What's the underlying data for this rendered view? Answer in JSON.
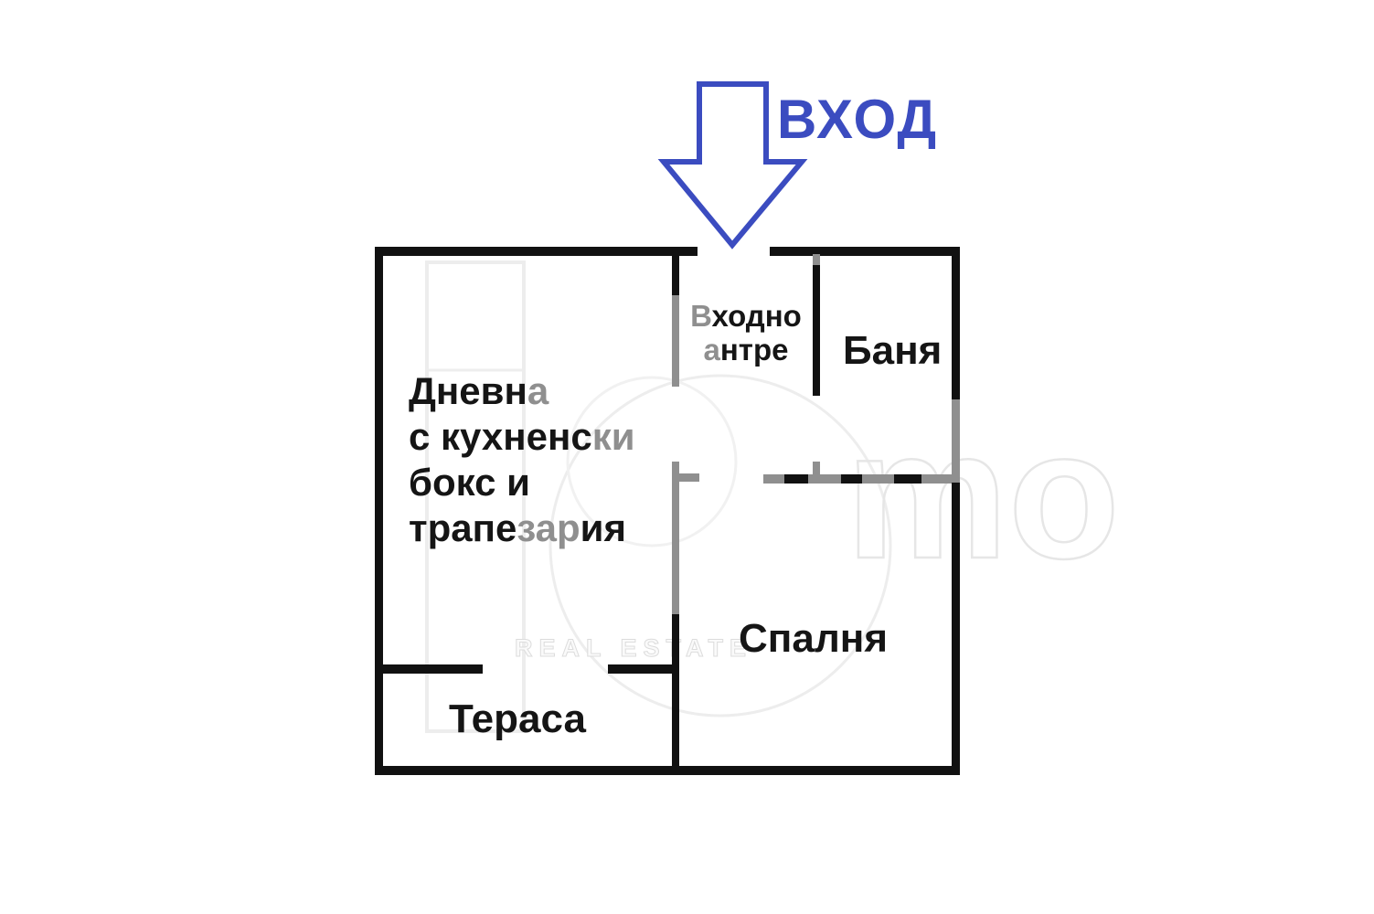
{
  "colors": {
    "wall": "#111111",
    "wall_faded_by_watermark": "#8f8f8f",
    "entrance_blue": "#3b4cc0",
    "watermark_gray": "#e9e9e9",
    "label_black": "#151515",
    "background": "#ffffff"
  },
  "entrance": {
    "label": "ВХОД",
    "arrow_icon": "down-arrow-outline"
  },
  "rooms": {
    "hall": {
      "lines": [
        [
          {
            "t": "В",
            "faded": true
          },
          {
            "t": "ходно",
            "faded": false
          }
        ],
        [
          {
            "t": "а",
            "faded": true
          },
          {
            "t": "нтре",
            "faded": false
          }
        ]
      ]
    },
    "bath": {
      "label": "Баня"
    },
    "living": {
      "lines": [
        [
          {
            "t": "Дневн",
            "faded": false
          },
          {
            "t": "а",
            "faded": true
          }
        ],
        [
          {
            "t": "с кухненс",
            "faded": false
          },
          {
            "t": "ки",
            "faded": true
          }
        ],
        [
          {
            "t": "бокс и",
            "faded": false
          }
        ],
        [
          {
            "t": "трапе",
            "faded": false
          },
          {
            "t": "зар",
            "faded": true
          },
          {
            "t": "ия",
            "faded": false
          }
        ]
      ]
    },
    "bedroom": {
      "label": "Спалня"
    },
    "terrace": {
      "label": "Тераса"
    }
  },
  "watermark": {
    "logo_text": "mo",
    "tagline": "REAL ESTATE"
  }
}
